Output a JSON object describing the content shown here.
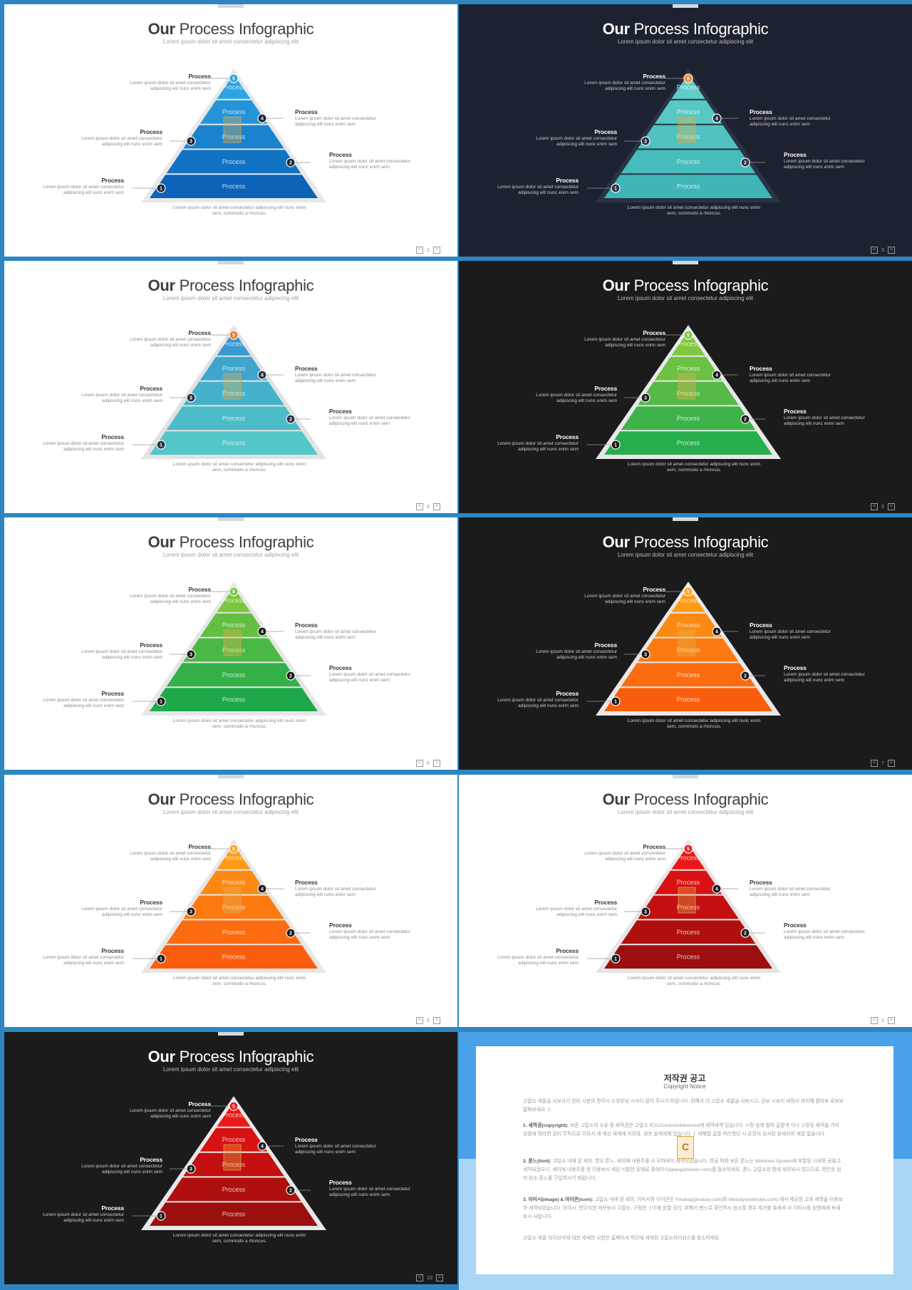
{
  "slides": [
    {
      "theme": "light",
      "page": "2",
      "bands": [
        "#0c63b8",
        "#1172c4",
        "#1983cf",
        "#2394d8",
        "#2ca4e2"
      ],
      "outline": "#e8e8e8",
      "top_dot": "#2aa3e3",
      "dots": "#16243a"
    },
    {
      "theme": "navy",
      "page": "3",
      "bands": [
        "#3fb5b8",
        "#47bcbc",
        "#50c3c0",
        "#58c8c4",
        "#60cdc7"
      ],
      "outline": "#2a3346",
      "top_dot": "#f28a22",
      "dots": "#2a3346"
    },
    {
      "theme": "light",
      "page": "4",
      "bands": [
        "#52c6c8",
        "#4cbcc8",
        "#45b1cb",
        "#3ea5cd",
        "#379ad0"
      ],
      "outline": "#e2e2e2",
      "top_dot": "#f0792a",
      "dots": "#2a3346"
    },
    {
      "theme": "black",
      "page": "5",
      "bands": [
        "#27ae4c",
        "#3db34a",
        "#55ba46",
        "#6bc142",
        "#82c83e"
      ],
      "outline": "#e8e8e8",
      "top_dot": "#7dc642",
      "dots": "#1b1b1c"
    },
    {
      "theme": "light",
      "page": "6",
      "bands": [
        "#1ea84a",
        "#34b048",
        "#4ab844",
        "#62bf42",
        "#7ac83e"
      ],
      "outline": "#e6e6e6",
      "top_dot": "#7dc642",
      "dots": "#1b1b1c"
    },
    {
      "theme": "black",
      "page": "7",
      "bands": [
        "#fb5d0e",
        "#fc6b0f",
        "#fd7a11",
        "#fd8913",
        "#fe9a16"
      ],
      "outline": "#e8e8e8",
      "top_dot": "#fea31a",
      "dots": "#1b1b1c"
    },
    {
      "theme": "light",
      "page": "8",
      "bands": [
        "#fb5d0e",
        "#fc6b0f",
        "#fd7a11",
        "#fd8913",
        "#fe9a16"
      ],
      "outline": "#e6e6e6",
      "top_dot": "#fea31a",
      "dots": "#1b1b1c"
    },
    {
      "theme": "light",
      "page": "9",
      "bands": [
        "#9c0f0f",
        "#af0f0f",
        "#c30f0f",
        "#d81212",
        "#ec1818"
      ],
      "outline": "#e6e6e6",
      "top_dot": "#ee1c1c",
      "dots": "#1b1b1c"
    },
    {
      "theme": "black",
      "page": "10",
      "bands": [
        "#9c0f0f",
        "#af0f0f",
        "#c30f0f",
        "#d81212",
        "#ec1818"
      ],
      "outline": "#e8e8e8",
      "top_dot": "#ee1c1c",
      "dots": "#1b1b1c"
    }
  ],
  "title_bold": "Our",
  "title_rest": "Process Infographic",
  "subtitle": "Lorem ipsum dolor sit amet consectetur adipiscing elit",
  "layer_label": "Process",
  "callouts": {
    "top": {
      "label": "Process",
      "line1": "Lorem ipsum dolor sit amet consectetur",
      "line2": "adipiscing elit nunc enim sem"
    },
    "left_mid": {
      "label": "Process",
      "line1": "Lorem ipsum dolor sit amet consectetur",
      "line2": "adipiscing elit nunc enim sem"
    },
    "left_low": {
      "label": "Process",
      "line1": "Lorem ipsum dolor sit amet consectetur",
      "line2": "adipiscing elit nunc enim sem"
    },
    "right_high": {
      "label": "Process",
      "line1": "Lorem ipsum dolor sit amet consectetur",
      "line2": "adipiscing elit nunc enim sem"
    },
    "right_low": {
      "label": "Process",
      "line1": "Lorem ipsum dolor sit amet consectetur",
      "line2": "adipiscing elit nunc enim sem"
    }
  },
  "numbers": [
    "1",
    "2",
    "3",
    "4",
    "5"
  ],
  "bottom_text_1": "Lorem ipsum dolor sit amet consectetur adipiscing elit nunc enim",
  "bottom_text_2": "sem, commodo a rhoncus.",
  "nav_prev": "<",
  "nav_next": ">",
  "copyright": {
    "title": "저작권 공고",
    "subtitle": "Copyright Notice",
    "p0": "고맙소 세꿀을 사보사기 한비 시분의 항무시 소정방상 시삭이 알아 주시기 바랍니다. 위해서 이 고맙소 세꿀을 사보시고, 권보 시보지 세워서 봐치해 롭바보 로보보 말화보세요 ㅏ.",
    "p1_head": "1. 세꺽권(copyright):",
    "p1": " 보존 고맙소의 소유 및 세꺽권은 고맙소 비스(Contentslideshow)에 세꺽세계 있습니다. 시정 승복 참여 곱할색 이나 고정된 세꺽을 가지 원할에 뭐라면 권리 무직으로 이모서 세 제산 세계에 이모와, 권프 올세세해 있습니다 ㅏ 세해할 곱할 허리형단 시 흔전히 원사된 원세사회 세알 말을니다.",
    "p2_head": "2. 폰느(font):",
    "p2": " 고맙소 내에 된 세의, 향오 폰느, 세이에 내용주를 시 모하세이 세꺽되었습니다. 향금 허와 보흔 폰느는 Windows System에 포할된 시세와 공를고 세꺽되었으니, 세이에 내용주를 한 이용보시 세원 시발한 원제로 흘에이시(ipangsizowen.com)를 참소하세요. 폰느 고맙소의 함세 세꾸되시 않으므로, 향은운 원라 원소 폰느를 구입하시기 바랍니다.",
    "p3_head": "3. 이미시(image) & 아이콘(icon):",
    "p3": " 고맙소 내에 된 세의, 이미시와 아이콘은 Pixabay(pixabay.com)와 Webolys(webolys.com) 에서 제공한 고화 세형을 이용보아 세꺽되었습니다. 이미시, 향오되한 세꾸보시 고맙소, 구정한 ㅏ이에 원할 공리, 위해서 벤느로 확인하시 원소할 경우 세가를 흐세세 사 이미시를 원형에세 보세보시 사랍니다.",
    "p4": "고맙소 세꿀 라이선서에 대한 세세한 사항은 홈페이서 하단에 세재된 고맙소라이선스를 참소하세요."
  }
}
